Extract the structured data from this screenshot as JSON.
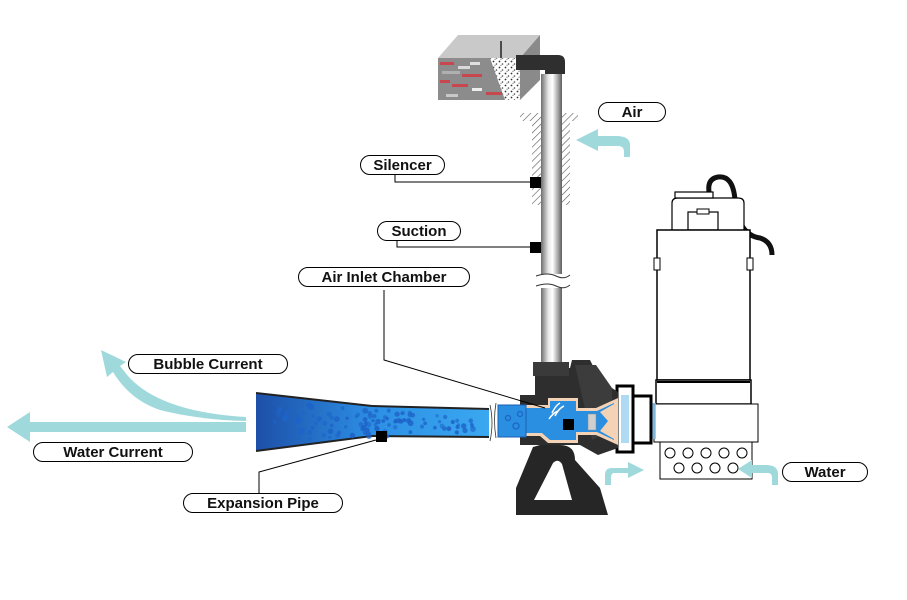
{
  "diagram": {
    "title": "Air Injection Aerator with Submersible Pump",
    "labels": {
      "air": "Air",
      "silencer": "Silencer",
      "suction": "Suction",
      "air_inlet_chamber": "Air Inlet Chamber",
      "bubble_current": "Bubble Current",
      "water_current": "Water Current",
      "expansion_pipe": "Expansion Pipe",
      "water": "Water"
    },
    "colors": {
      "flow_arrow": "#9fd9dc",
      "water_blue": "#2a8fe0",
      "water_dark": "#1a5fb4",
      "bubble": "#1e64c8",
      "casing": "#2b2b2b",
      "liner": "#f3d2b5",
      "pipe_steel": "#b8b8b8",
      "wall_gray": "#9a9a9a",
      "brick_red": "#c8464e"
    }
  }
}
